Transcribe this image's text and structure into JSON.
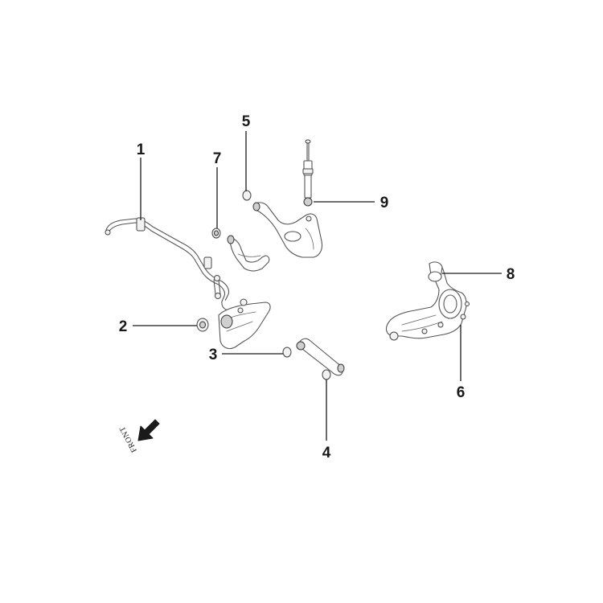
{
  "diagram": {
    "callouts": [
      {
        "id": "1",
        "label": "1"
      },
      {
        "id": "2",
        "label": "2"
      },
      {
        "id": "3",
        "label": "3"
      },
      {
        "id": "4",
        "label": "4"
      },
      {
        "id": "5",
        "label": "5"
      },
      {
        "id": "6",
        "label": "6"
      },
      {
        "id": "7",
        "label": "7"
      },
      {
        "id": "8",
        "label": "8"
      },
      {
        "id": "9",
        "label": "9"
      }
    ],
    "front_indicator": {
      "text": "FRONT",
      "icon": "arrow-icon"
    },
    "colors": {
      "ink": "#1a1a1a",
      "part_outline": "#555555",
      "background": "#ffffff"
    }
  }
}
